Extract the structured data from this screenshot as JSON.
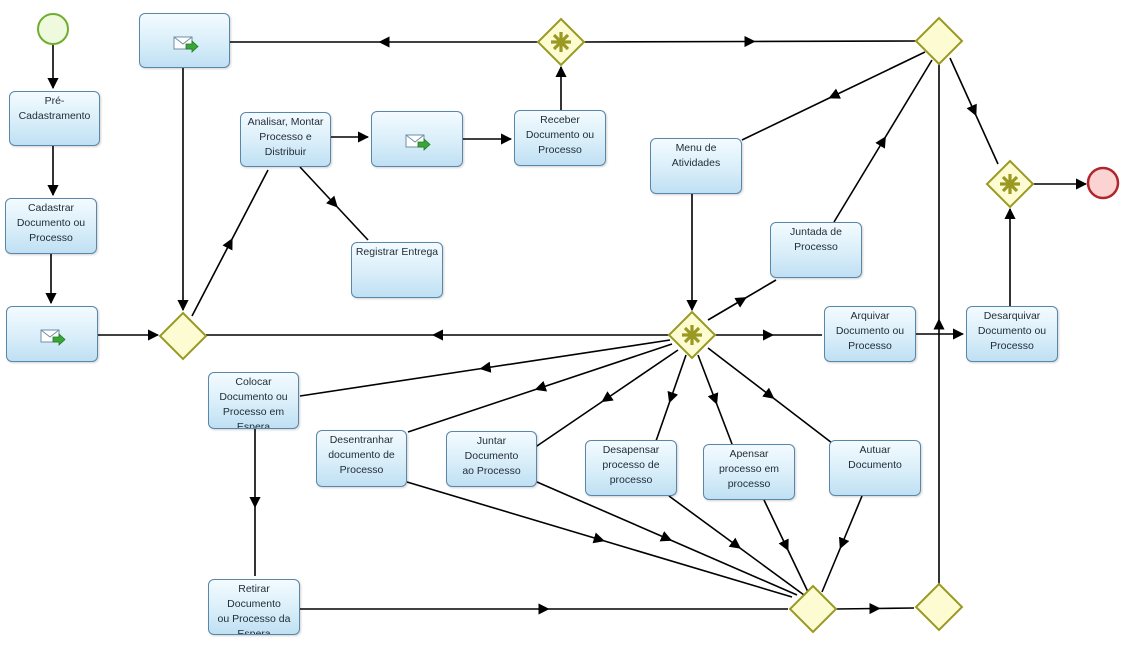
{
  "diagram": {
    "tasks": [
      {
        "id": "pre-cadastramento",
        "label": "Pré-\nCadastramento"
      },
      {
        "id": "cadastrar",
        "label": "Cadastrar\nDocumento ou\nProcesso"
      },
      {
        "id": "send-left",
        "label": "",
        "icon": "envelope-send-icon"
      },
      {
        "id": "send-top",
        "label": "",
        "icon": "envelope-send-icon"
      },
      {
        "id": "analisar",
        "label": "Analisar, Montar\nProcesso e\nDistribuir"
      },
      {
        "id": "send-mid",
        "label": "",
        "icon": "envelope-send-icon"
      },
      {
        "id": "receber",
        "label": "Receber\nDocumento ou\nProcesso"
      },
      {
        "id": "registrar",
        "label": "Registrar Entrega"
      },
      {
        "id": "menu",
        "label": "Menu de\nAtividades"
      },
      {
        "id": "juntada",
        "label": "Juntada de\nProcesso"
      },
      {
        "id": "arquivar",
        "label": "Arquivar\nDocumento ou\nProcesso"
      },
      {
        "id": "desarquivar",
        "label": "Desarquivar\nDocumento ou\nProcesso"
      },
      {
        "id": "colocar",
        "label": "Colocar\nDocumento ou\nProcesso em\nEspera"
      },
      {
        "id": "desentranhar",
        "label": "Desentranhar\ndocumento de\nProcesso"
      },
      {
        "id": "juntar",
        "label": "Juntar Documento\nao Processo"
      },
      {
        "id": "desapensar",
        "label": "Desapensar\nprocesso de\nprocesso"
      },
      {
        "id": "apensar",
        "label": "Apensar\nprocesso em\nprocesso"
      },
      {
        "id": "autuar",
        "label": "Autuar Documento"
      },
      {
        "id": "retirar",
        "label": "Retirar Documento\nou Processo da\nEspera"
      }
    ],
    "gateways": [
      {
        "id": "gw-left",
        "type": "exclusive"
      },
      {
        "id": "gw-top-mid",
        "type": "complex"
      },
      {
        "id": "gw-top-right",
        "type": "exclusive"
      },
      {
        "id": "gw-center",
        "type": "complex"
      },
      {
        "id": "gw-right",
        "type": "complex"
      },
      {
        "id": "gw-bottom",
        "type": "exclusive"
      },
      {
        "id": "gw-bottom-right",
        "type": "exclusive"
      }
    ],
    "events": [
      {
        "id": "start",
        "type": "start"
      },
      {
        "id": "end",
        "type": "end"
      }
    ],
    "flows": [
      [
        "start",
        "pre-cadastramento"
      ],
      [
        "pre-cadastramento",
        "cadastrar"
      ],
      [
        "cadastrar",
        "send-left"
      ],
      [
        "send-left",
        "gw-left"
      ],
      [
        "gw-left",
        "analisar"
      ],
      [
        "analisar",
        "send-mid"
      ],
      [
        "analisar",
        "registrar"
      ],
      [
        "send-mid",
        "receber"
      ],
      [
        "receber",
        "gw-top-mid"
      ],
      [
        "gw-top-mid",
        "send-top"
      ],
      [
        "gw-top-mid",
        "gw-top-right"
      ],
      [
        "send-top",
        "gw-left"
      ],
      [
        "gw-top-right",
        "menu"
      ],
      [
        "gw-top-right",
        "gw-right"
      ],
      [
        "menu",
        "gw-center"
      ],
      [
        "gw-center",
        "gw-left"
      ],
      [
        "gw-center",
        "juntada"
      ],
      [
        "juntada",
        "gw-top-right"
      ],
      [
        "gw-center",
        "arquivar"
      ],
      [
        "arquivar",
        "desarquivar"
      ],
      [
        "desarquivar",
        "gw-right"
      ],
      [
        "gw-right",
        "end"
      ],
      [
        "gw-center",
        "colocar"
      ],
      [
        "gw-center",
        "desentranhar"
      ],
      [
        "gw-center",
        "juntar"
      ],
      [
        "gw-center",
        "desapensar"
      ],
      [
        "gw-center",
        "apensar"
      ],
      [
        "gw-center",
        "autuar"
      ],
      [
        "colocar",
        "retirar"
      ],
      [
        "retirar",
        "gw-bottom"
      ],
      [
        "desentranhar",
        "gw-bottom"
      ],
      [
        "juntar",
        "gw-bottom"
      ],
      [
        "desapensar",
        "gw-bottom"
      ],
      [
        "apensar",
        "gw-bottom"
      ],
      [
        "autuar",
        "gw-bottom"
      ],
      [
        "gw-bottom",
        "gw-bottom-right"
      ],
      [
        "gw-bottom-right",
        "gw-top-right"
      ]
    ],
    "colors": {
      "start_stroke": "#6fae2c",
      "start_fill": "#eef9dd",
      "end_stroke": "#b0262c",
      "end_fill": "#fbd3d3",
      "gateway_stroke": "#9a9a22",
      "gateway_fill": "#fcfbd2",
      "complex_marker": "#9a9a22",
      "task_border": "#5a86a8",
      "flow": "#000000"
    }
  }
}
